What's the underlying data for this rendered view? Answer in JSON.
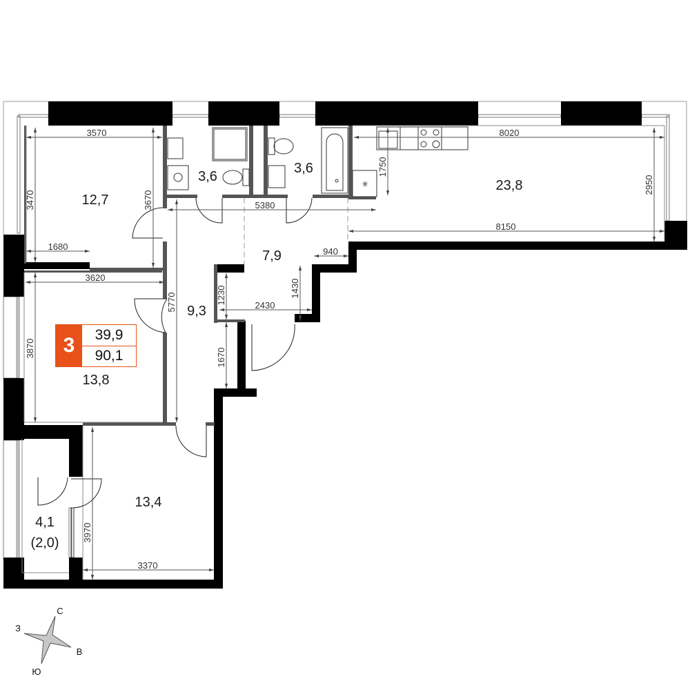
{
  "plan": {
    "rooms_count": "3",
    "living_area": "39,9",
    "total_area": "90,1",
    "accent_color": "#e8511a",
    "rooms": [
      {
        "id": "bedroom-1",
        "area": "12,7"
      },
      {
        "id": "bathroom-1",
        "area": "3,6"
      },
      {
        "id": "bathroom-2",
        "area": "3,6"
      },
      {
        "id": "kitchen-living",
        "area": "23,8"
      },
      {
        "id": "hall",
        "area": "7,9"
      },
      {
        "id": "corridor",
        "area": "9,3"
      },
      {
        "id": "bedroom-2",
        "area": "13,8"
      },
      {
        "id": "bedroom-3",
        "area": "13,4"
      },
      {
        "id": "balcony",
        "area": "4,1",
        "reduced_area": "(2,0)"
      }
    ],
    "dimensions": {
      "d3570": "3570",
      "d3470": "3470",
      "d3670": "3670",
      "d1680": "1680",
      "d5380": "5380",
      "d1750": "1750",
      "d8020": "8020",
      "d2950": "2950",
      "d8150": "8150",
      "d940": "940",
      "d3620": "3620",
      "d3870": "3870",
      "d5770": "5770",
      "d1230": "1230",
      "d2430": "2430",
      "d1430": "1430",
      "d1670": "1670",
      "d3970": "3970",
      "d3370": "3370"
    }
  },
  "compass": {
    "north": "С",
    "west": "З",
    "east": "В",
    "south": "Ю"
  }
}
